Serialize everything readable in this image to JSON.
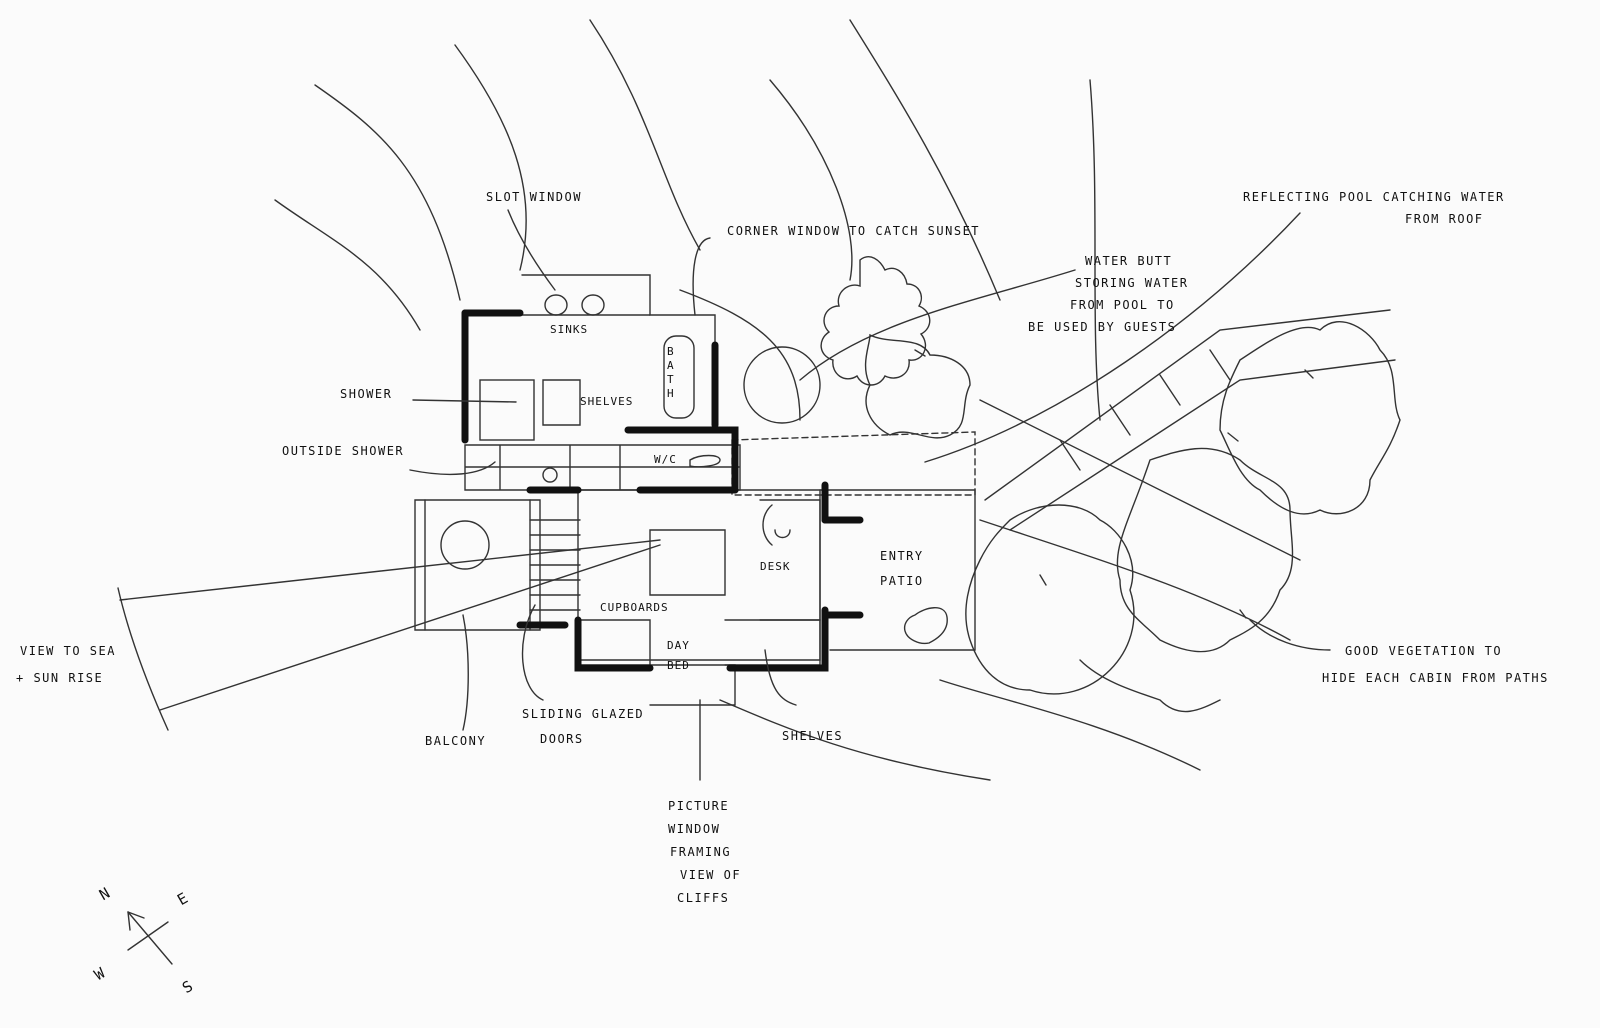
{
  "labels": {
    "slot_window": "SLOT WINDOW",
    "corner_window": "CORNER WINDOW TO CATCH SUNSET",
    "reflecting_pool_1": "REFLECTING POOL CATCHING WATER",
    "reflecting_pool_2": "FROM ROOF",
    "water_butt_1": "WATER BUTT",
    "water_butt_2": "STORING WATER",
    "water_butt_3": "FROM POOL TO",
    "water_butt_4": "BE USED BY GUESTS",
    "sinks": "SINKS",
    "bath": "BATH",
    "shower": "SHOWER",
    "shelves_bathroom": "SHELVES",
    "outside_shower": "OUTSIDE SHOWER",
    "wc": "W/C",
    "desk": "DESK",
    "entry_patio_1": "ENTRY",
    "entry_patio_2": "PATIO",
    "cupboards": "CUPBOARDS",
    "day_bed_1": "DAY",
    "day_bed_2": "BED",
    "view_to_sea_1": "VIEW TO SEA",
    "view_to_sea_2": "+ SUN RISE",
    "balcony": "BALCONY",
    "sliding_doors_1": "SLIDING GLAZED",
    "sliding_doors_2": "DOORS",
    "shelves_main": "SHELVES",
    "picture_window_1": "PICTURE",
    "picture_window_2": "WINDOW",
    "picture_window_3": "FRAMING",
    "picture_window_4": "VIEW OF",
    "picture_window_5": "CLIFFS",
    "vegetation_1": "GOOD VEGETATION TO",
    "vegetation_2": "HIDE EACH CABIN FROM PATHS"
  },
  "compass": {
    "n": "N",
    "e": "E",
    "s": "S",
    "w": "W"
  }
}
